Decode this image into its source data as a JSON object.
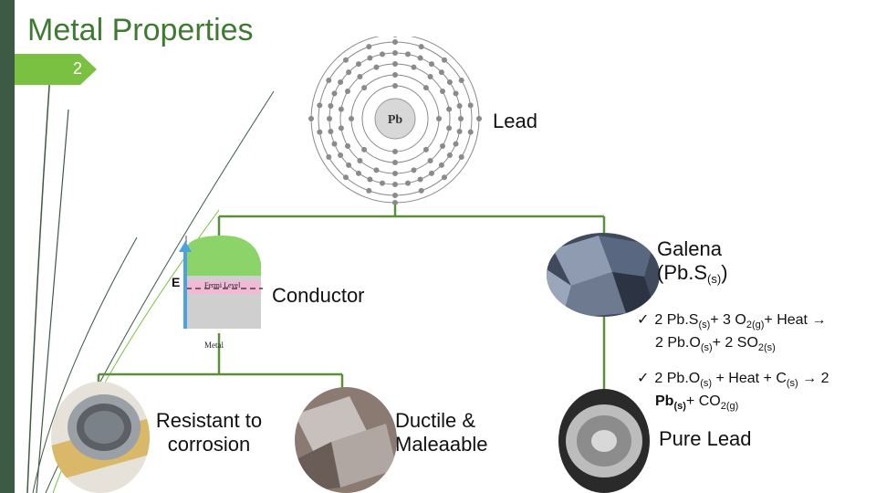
{
  "title": "Metal Properties",
  "slide_number": "2",
  "atom": {
    "symbol": "Pb",
    "label": "Lead"
  },
  "conductor": {
    "energy_label": "E",
    "fermi_label": "Fermi Level",
    "metal_label": "Metal",
    "label": "Conductor"
  },
  "galena": {
    "name": "Galena",
    "formula_main": "(Pb.S",
    "formula_sub": "(s)",
    "formula_close": ")"
  },
  "reaction1": {
    "line1": [
      {
        "t": "2 Pb.S"
      },
      {
        "s": "(s)"
      },
      {
        "t": "+ 3 O"
      },
      {
        "s": "2(g)"
      },
      {
        "t": "+ Heat "
      },
      {
        "t": "→"
      }
    ],
    "line2": [
      {
        "t": "2 Pb.O"
      },
      {
        "s": "(s)"
      },
      {
        "t": "+ 2 SO"
      },
      {
        "s": "2(s)"
      }
    ]
  },
  "reaction2": {
    "line1": [
      {
        "t": "2 Pb.O"
      },
      {
        "s": "(s)"
      },
      {
        "t": " + Heat + C"
      },
      {
        "s": "(s)"
      },
      {
        "t": " → 2"
      }
    ],
    "line2": [
      {
        "b": "Pb"
      },
      {
        "bs": "(s)"
      },
      {
        "t": "+ CO"
      },
      {
        "s": "2(g)"
      }
    ]
  },
  "resistant": {
    "line1": "Resistant to",
    "line2": "corrosion"
  },
  "ductile": {
    "line1": "Ductile &",
    "line2": "Maleaable"
  },
  "pure_lead": {
    "label": "Pure Lead"
  },
  "colors": {
    "accent_green": "#3f7a32",
    "tab_green": "#7ac142",
    "bar": "#3d5a45",
    "tree_line": "#5b8f3a"
  }
}
